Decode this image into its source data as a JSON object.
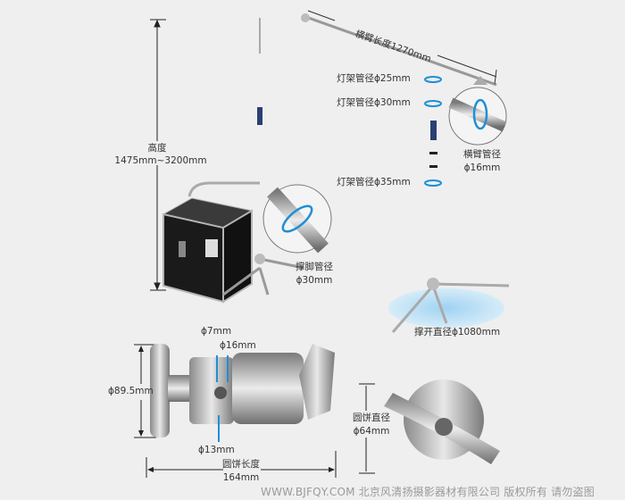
{
  "stand_height": {
    "label": "高度",
    "value": "1475mm~3200mm"
  },
  "boom_length": "横臂长度1270mm",
  "riser_tubes": [
    "灯架管径ϕ25mm",
    "灯架管径ϕ30mm",
    "灯架管径ϕ35mm"
  ],
  "boom_tube": {
    "label": "横臂管径",
    "value": "ϕ16mm"
  },
  "leg_tube": {
    "label": "撑脚管径",
    "value": "ϕ30mm"
  },
  "spread_diameter": "撑开直径ϕ1080mm",
  "clamp": {
    "hole_small": "ϕ7mm",
    "hole_large": "ϕ16mm",
    "height": "ϕ89.5mm",
    "bottom_hole": "ϕ13mm",
    "length_label": "圆饼长度",
    "length_value": "164mm",
    "disc_label": "圆饼直径",
    "disc_value": "ϕ64mm"
  },
  "watermark": "WWW.BJFQY.COM 北京风清扬摄影器材有限公司 版权所有 请勿盗图",
  "colors": {
    "accent": "#1e90d6",
    "sleeve": "#2b3f73",
    "case": "#1a1a1a"
  }
}
